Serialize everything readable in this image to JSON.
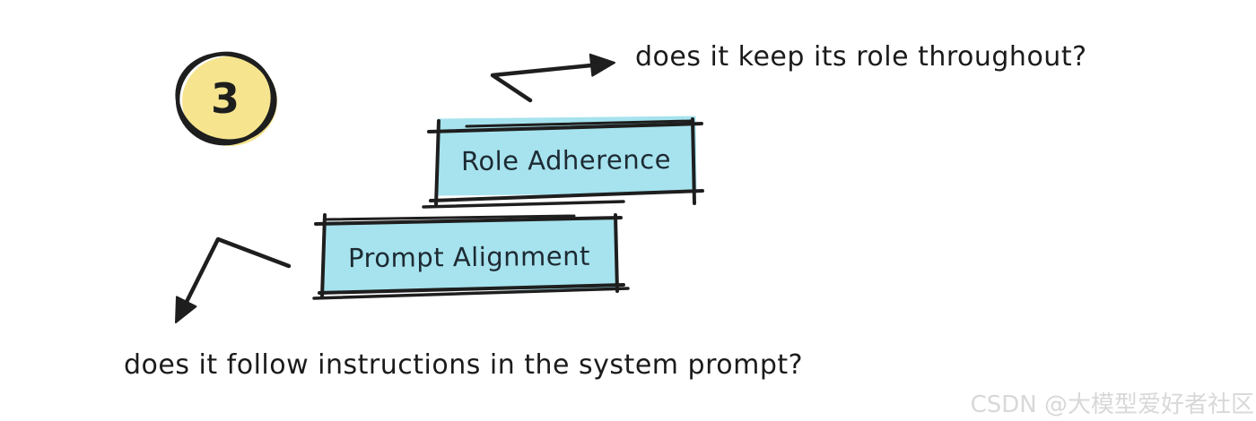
{
  "diagram": {
    "badge": {
      "number": "3"
    },
    "boxes": [
      {
        "label": "Role Adherence"
      },
      {
        "label": "Prompt Alignment"
      }
    ],
    "annotations": {
      "top_question": "does it keep its role throughout?",
      "bottom_question": "does it follow instructions in the system prompt?"
    },
    "watermark": "CSDN @大模型爱好者社区"
  },
  "colors": {
    "ink": "#1e1e1e",
    "box_fill": "#a6e3ee",
    "badge_fill": "#f6e58e",
    "watermark_gray": "#d8d8d8"
  }
}
